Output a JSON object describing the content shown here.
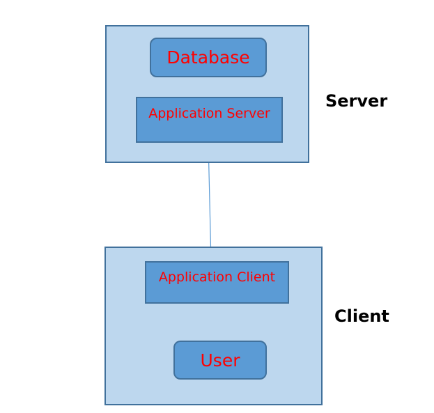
{
  "server_zone": {
    "label": "Server",
    "database": "Database",
    "app_server": "Application Server"
  },
  "client_zone": {
    "label": "Client",
    "app_client": "Application Client",
    "user": "User"
  },
  "colors": {
    "group_fill": "#bdd7ee",
    "node_fill": "#5b9bd5",
    "border": "#41719c",
    "node_text": "#ff0000",
    "connector": "#5b9bd5"
  }
}
